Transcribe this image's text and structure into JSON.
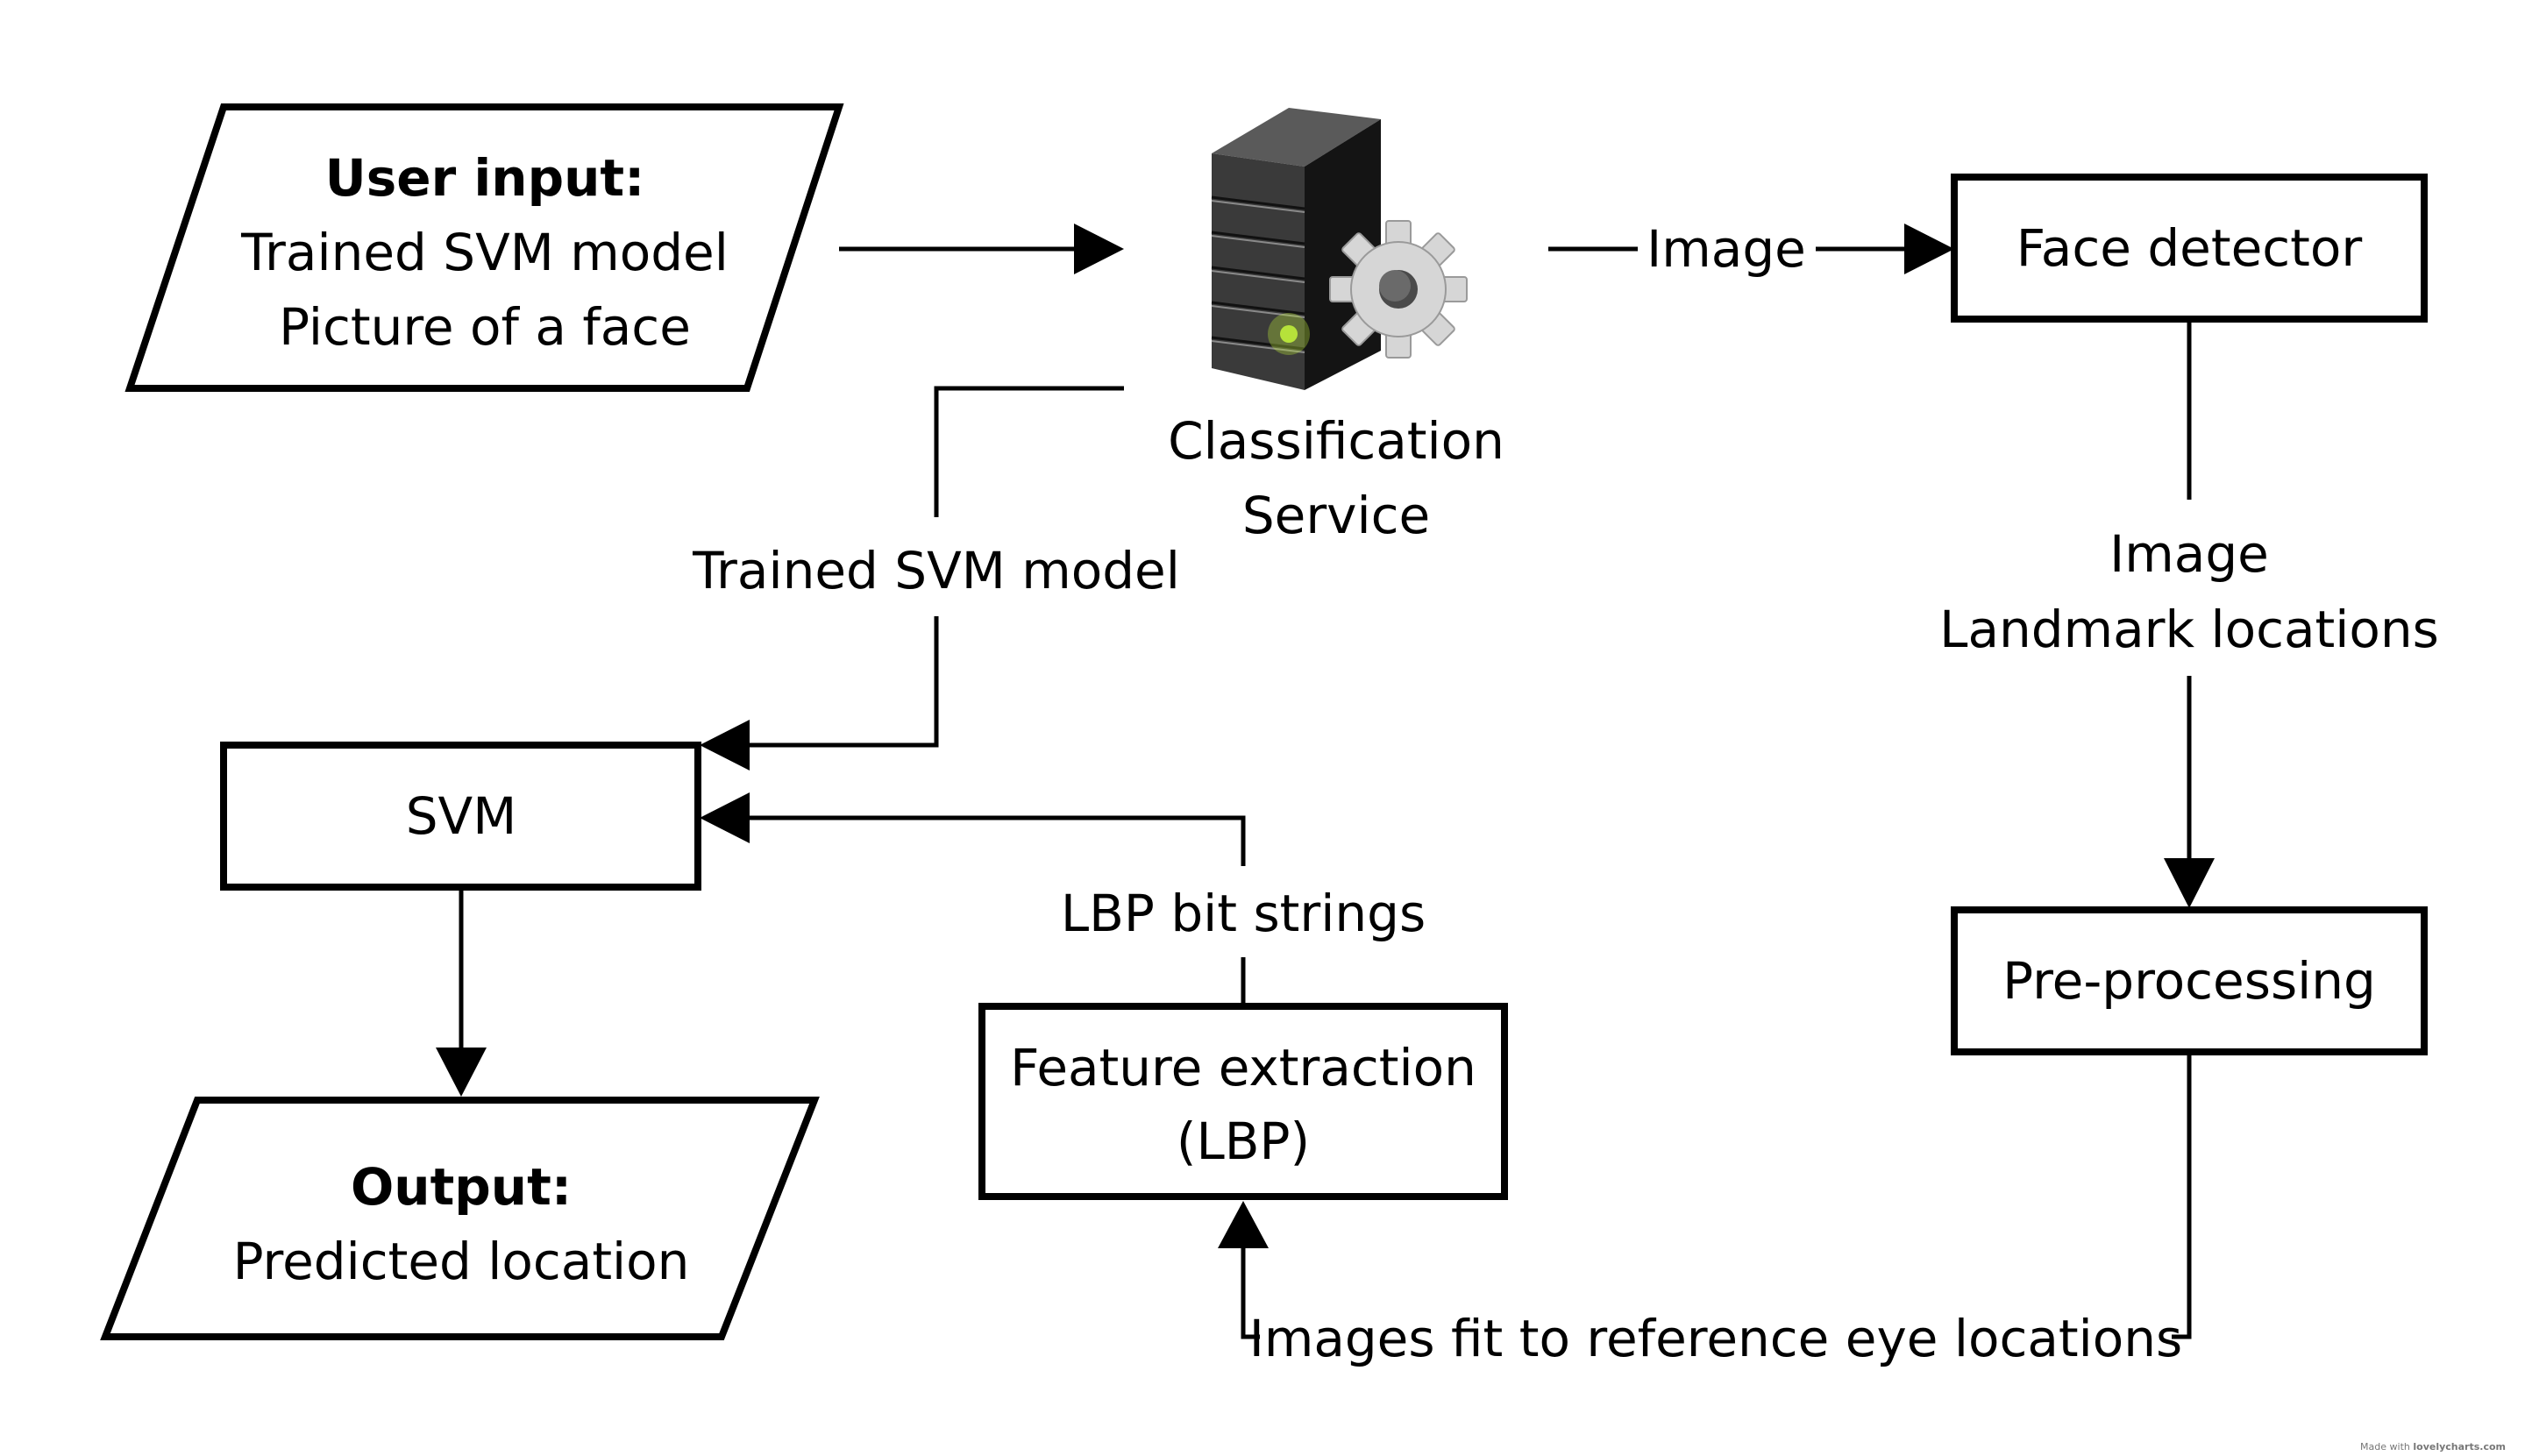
{
  "nodes": {
    "user_input": {
      "heading": "User input:",
      "line1": "Trained SVM model",
      "line2": "Picture of a face"
    },
    "classification_service": {
      "line1": "Classification",
      "line2": "Service",
      "icon": "server-gear-icon"
    },
    "face_detector": {
      "label": "Face detector"
    },
    "pre_processing": {
      "label": "Pre-processing"
    },
    "feature_extraction": {
      "line1": "Feature extraction",
      "line2": "(LBP)"
    },
    "svm": {
      "label": "SVM"
    },
    "output": {
      "heading": "Output:",
      "line1": "Predicted location"
    }
  },
  "edges": {
    "service_to_detector": "Image",
    "service_to_svm": "Trained SVM model",
    "detector_to_preprocessing": {
      "line1": "Image",
      "line2": "Landmark locations"
    },
    "preprocessing_to_features": "Images fit to reference eye locations",
    "features_to_svm": "LBP bit strings"
  },
  "footer": {
    "credit_prefix": "Made with",
    "credit_site": "lovelycharts.com"
  },
  "colors": {
    "stroke": "#000000",
    "background": "#ffffff",
    "server_led": "#b6e23a"
  }
}
